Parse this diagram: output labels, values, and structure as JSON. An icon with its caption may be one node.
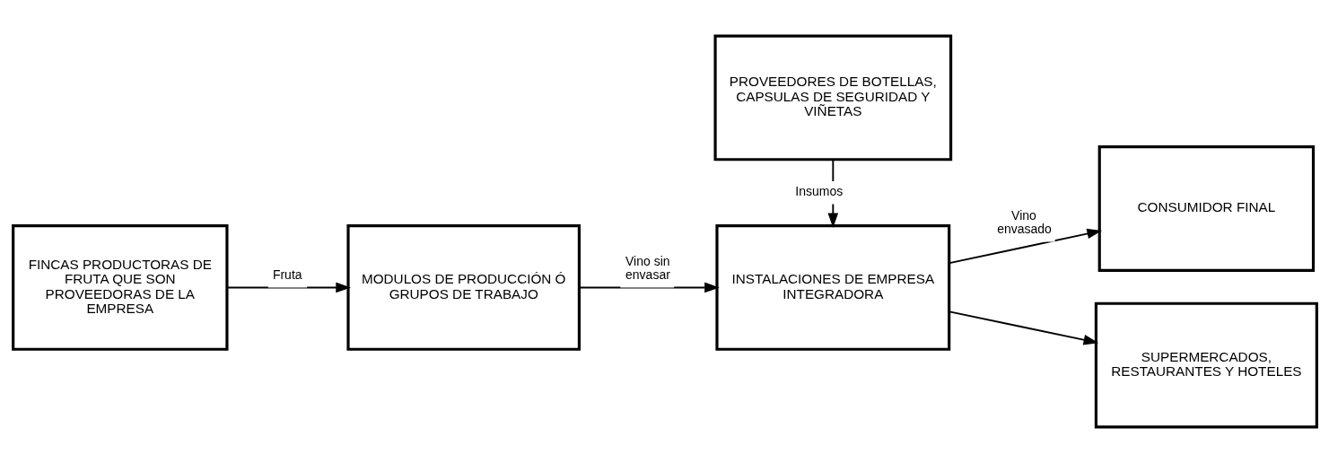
{
  "diagram": {
    "nodes": [
      {
        "text": [
          "FINCAS PRODUCTORAS DE FRUTA QUE SON PROVEEDORAS DE LA EMPRESA"
        ]
      },
      {
        "text": [
          "MODULOS DE PRODUCCIÓN Ó GRUPOS DE TRABAJO"
        ]
      },
      {
        "text": [
          "PROVEEDORES DE BOTELLAS, CAPSULAS DE SEGURIDAD Y VIÑETAS"
        ]
      },
      {
        "text": [
          "INSTALACIONES DE EMPRESA INTEGRADORA"
        ]
      },
      {
        "text": [
          "CONSUMIDOR FINAL"
        ]
      },
      {
        "text": [
          "SUPERMERCADOS, RESTAURANTES Y HOTELES"
        ]
      }
    ],
    "edges": [
      {
        "from": 0,
        "to": 1,
        "arrow": "to",
        "label": "Fruta"
      },
      {
        "from": 1,
        "to": 3,
        "arrow": "to",
        "label": "Vino sin envasar"
      },
      {
        "from": 2,
        "to": 3,
        "arrow": "to",
        "label": "Insumos"
      },
      {
        "from": 3,
        "to": 4,
        "arrow": "to",
        "label": "Vino envasado"
      },
      {
        "from": 3,
        "to": 5,
        "arrow": "to"
      }
    ]
  }
}
